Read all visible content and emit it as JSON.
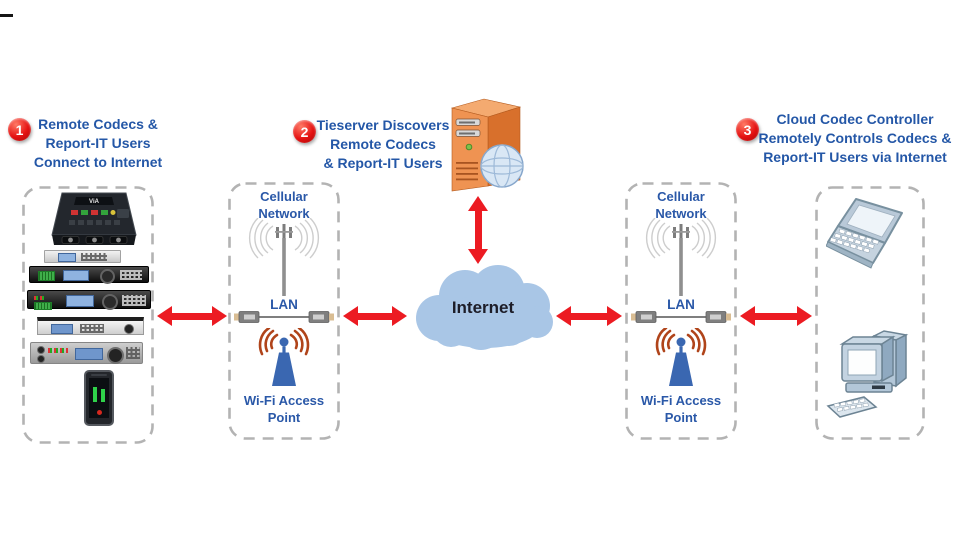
{
  "diagram": {
    "steps": [
      {
        "number": "1",
        "lines": [
          "Remote Codecs &",
          "Report-IT Users",
          "Connect to Internet"
        ]
      },
      {
        "number": "2",
        "lines": [
          "Tieserver Discovers",
          "Remote Codecs",
          "& Report-IT Users"
        ]
      },
      {
        "number": "3",
        "lines": [
          "Cloud Codec Controller",
          "Remotely Controls Codecs &",
          "Report-IT Users via Internet"
        ]
      }
    ],
    "cellular_box": {
      "title_lines": [
        "Cellular",
        "Network"
      ],
      "lan_label": "LAN",
      "wifi_lines": [
        "Wi-Fi Access",
        "Point"
      ]
    },
    "cloud_label": "Internet",
    "via_device_label": "ViA"
  },
  "icons": {
    "left_devices": [
      "via-portable-codec-icon",
      "codec-rack-small-icon",
      "codec-rack-1u-icon",
      "codec-rack-1u-icon",
      "codec-rack-silver-icon",
      "codec-rack-2u-icon",
      "report-it-smartphone-icon"
    ],
    "cellular": "cell-tower-icon",
    "lan": "ethernet-cable-icon",
    "wifi": "wifi-access-point-icon",
    "internet": "cloud-icon",
    "tieserver": "server-tower-icon",
    "controllers": [
      "laptop-icon",
      "desktop-computer-icon"
    ]
  },
  "colors": {
    "step_text_blue": "#2457A7",
    "label_blue": "#2A58A8",
    "arrow_red": "#EC1B22",
    "cloud_fill": "#A9C6E6",
    "cloud_text": "#1D1D28",
    "server_orange": "#E8823C",
    "globe_blue": "#C9DDF0",
    "wifi_blue": "#3A67B1",
    "wifi_wave_orange": "#B0441A",
    "box_dash_gray": "#B3B3B3",
    "tower_gray": "#8F8F8F",
    "badge_red": "#D21212"
  }
}
